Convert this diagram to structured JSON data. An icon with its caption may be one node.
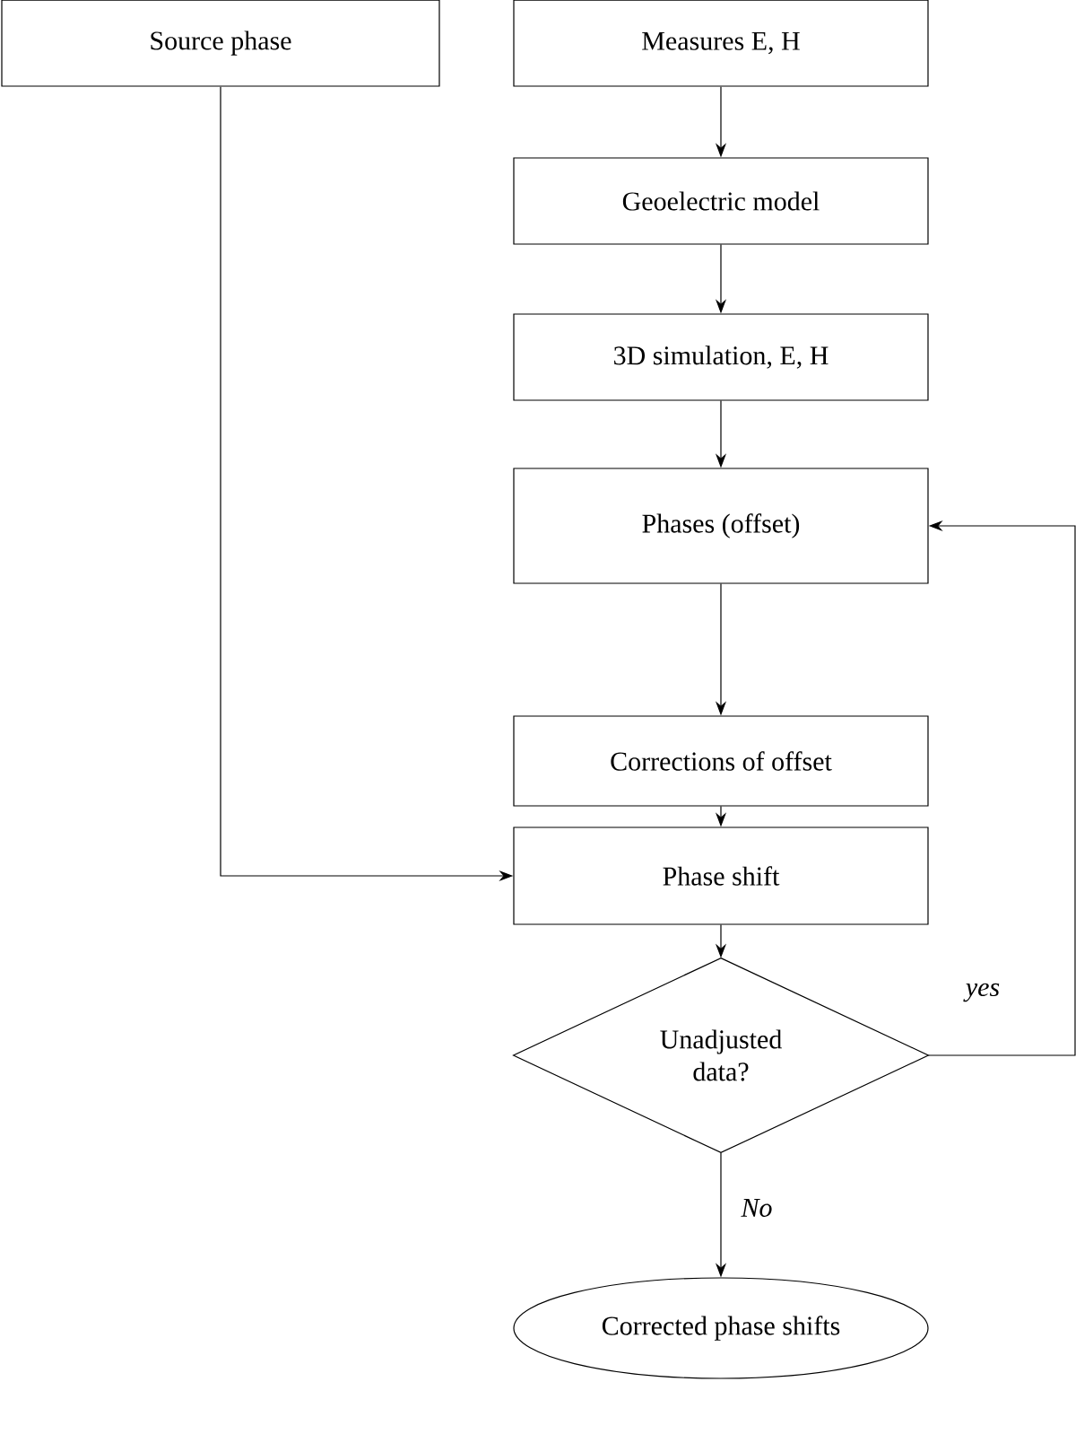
{
  "diagram": {
    "nodes": [
      {
        "text": [
          "Source phase"
        ]
      },
      {
        "text": [
          "Measures E, H"
        ]
      },
      {
        "text": [
          "Geoelectric model"
        ]
      },
      {
        "text": [
          "3D simulation, E, H"
        ]
      },
      {
        "text": [
          "Phases (offset)"
        ]
      },
      {
        "text": [
          "Corrections of offset"
        ]
      },
      {
        "text": [
          "Phase shift"
        ]
      },
      {
        "text": [
          "Unadjusted data?"
        ]
      },
      {
        "text": [
          "Corrected phase shifts"
        ]
      }
    ],
    "edges": [
      {
        "from": 1,
        "to": 2,
        "arrow": "to"
      },
      {
        "from": 2,
        "to": 3,
        "arrow": "to"
      },
      {
        "from": 3,
        "to": 4,
        "arrow": "to"
      },
      {
        "from": 4,
        "to": 5,
        "arrow": "to"
      },
      {
        "from": 5,
        "to": 6,
        "arrow": "to"
      },
      {
        "from": 0,
        "to": 6,
        "arrow": "to"
      },
      {
        "from": 6,
        "to": 7,
        "arrow": "to"
      },
      {
        "from": 7,
        "to": 8,
        "label": "No",
        "arrow": "to"
      },
      {
        "from": 7,
        "to": 4,
        "label": "yes",
        "arrow": "to"
      }
    ]
  }
}
